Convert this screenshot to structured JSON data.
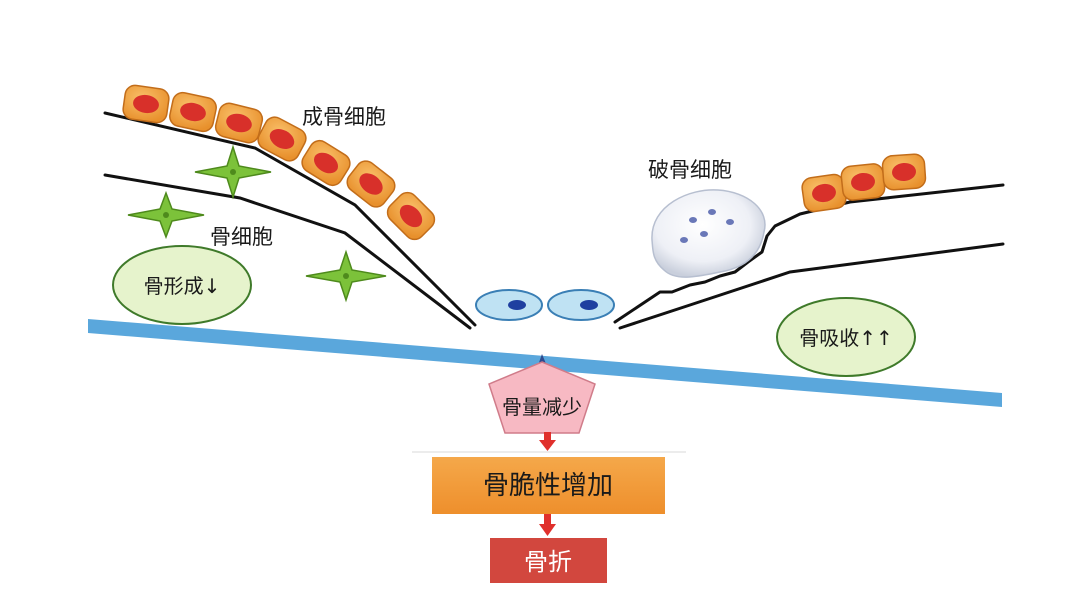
{
  "labels": {
    "osteoblast": "成骨细胞",
    "osteocyte": "骨细胞",
    "osteoclast": "破骨细胞",
    "bone_formation": "骨形成↓",
    "bone_resorption": "骨吸收↑↑"
  },
  "flow": {
    "step1": "骨量减少",
    "step2": "骨脆性增加",
    "step3": "骨折"
  },
  "colors": {
    "osteoblast_fill": "#f0a040",
    "osteoblast_nucleus": "#d8302a",
    "osteocyte_star": "#7cc23a",
    "bar_blue": "#5aa7dc",
    "ellipse_fill": "#e6f3cc",
    "pentagon_fill": "#f7b9c3",
    "box_orange": "#f29a38",
    "box_red": "#d2473e",
    "arrow_red": "#e0302c"
  }
}
